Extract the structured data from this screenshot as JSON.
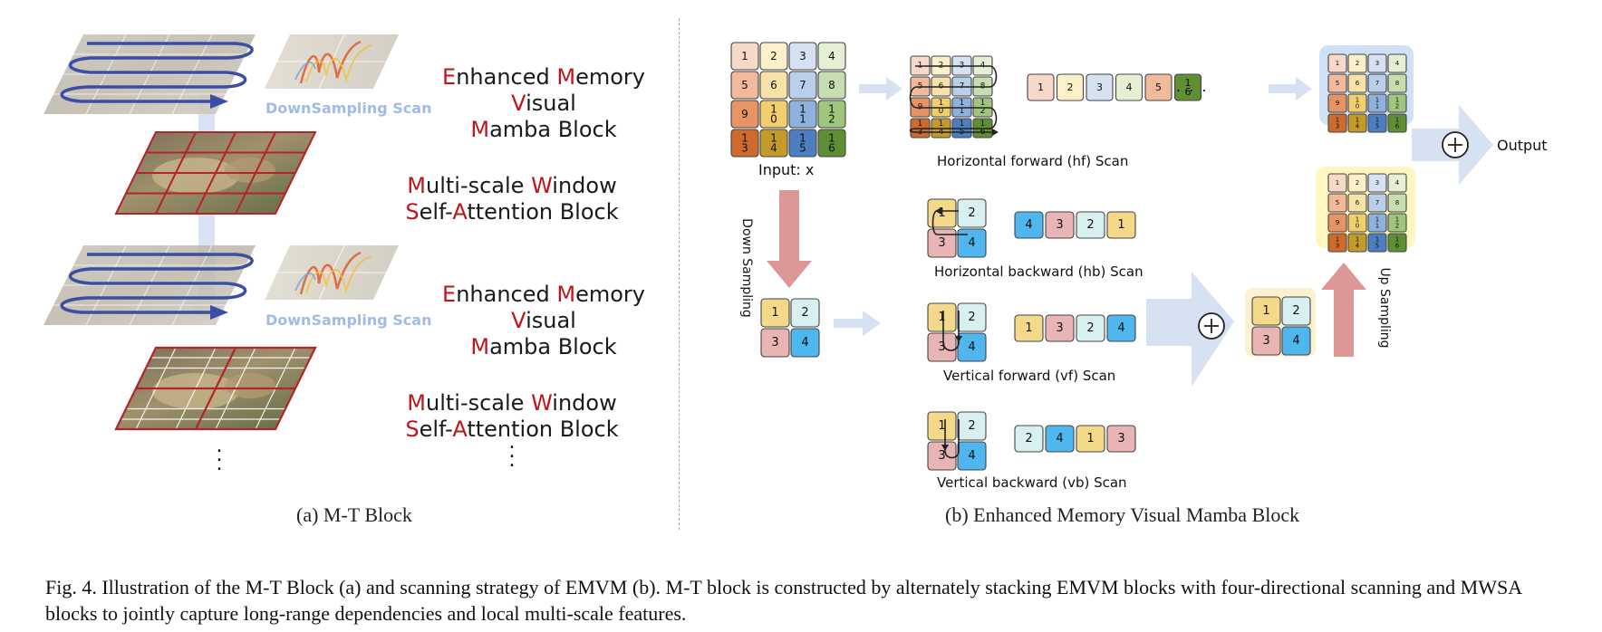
{
  "panel_a": {
    "block1": {
      "ds_scan": "DownSampling Scan",
      "emvm": [
        [
          {
            "t": "E",
            "r": true
          },
          {
            "t": "nhanced ",
            "r": false
          },
          {
            "t": "M",
            "r": true
          },
          {
            "t": "emory",
            "r": false
          }
        ],
        [
          {
            "t": "V",
            "r": true
          },
          {
            "t": "isual",
            "r": false
          }
        ],
        [
          {
            "t": "M",
            "r": true
          },
          {
            "t": "amba Block",
            "r": false
          }
        ]
      ],
      "mwsa": [
        [
          {
            "t": "M",
            "r": true
          },
          {
            "t": "ulti-scale ",
            "r": false
          },
          {
            "t": "W",
            "r": true
          },
          {
            "t": "indow",
            "r": false
          }
        ],
        [
          {
            "t": "S",
            "r": true
          },
          {
            "t": "elf-",
            "r": false
          },
          {
            "t": "A",
            "r": true
          },
          {
            "t": "ttention Block",
            "r": false
          }
        ]
      ]
    },
    "block2": {
      "ds_scan": "DownSampling Scan",
      "emvm": [
        [
          {
            "t": "E",
            "r": true
          },
          {
            "t": "nhanced ",
            "r": false
          },
          {
            "t": "M",
            "r": true
          },
          {
            "t": "emory",
            "r": false
          }
        ],
        [
          {
            "t": "V",
            "r": true
          },
          {
            "t": "isual",
            "r": false
          }
        ],
        [
          {
            "t": "M",
            "r": true
          },
          {
            "t": "amba Block",
            "r": false
          }
        ]
      ],
      "mwsa": [
        [
          {
            "t": "M",
            "r": true
          },
          {
            "t": "ulti-scale ",
            "r": false
          },
          {
            "t": "W",
            "r": true
          },
          {
            "t": "indow",
            "r": false
          }
        ],
        [
          {
            "t": "S",
            "r": true
          },
          {
            "t": "elf-",
            "r": false
          },
          {
            "t": "A",
            "r": true
          },
          {
            "t": "ttention Block",
            "r": false
          }
        ]
      ]
    },
    "ellipsis": ".\n.\n.",
    "caption": "(a) M-T Block"
  },
  "panel_b": {
    "input_label": "Input: x",
    "down_sampling": "Down Sampling",
    "up_sampling": "Up Sampling",
    "output_label": "Output",
    "plus": "+",
    "ellipsis": ". . .",
    "input_grid": [
      "1",
      "2",
      "3",
      "4",
      "5",
      "6",
      "7",
      "8",
      "9",
      "1\n0",
      "1\n1",
      "1\n2",
      "1\n3",
      "1\n4",
      "1\n5",
      "1\n6"
    ],
    "hf_sequence": [
      "1",
      "2",
      "3",
      "4",
      "5",
      "1\n6"
    ],
    "scans": {
      "hf": {
        "label": "Horizontal forward (hf) Scan"
      },
      "hb": {
        "label": "Horizontal backward (hb) Scan",
        "sequence": [
          "4",
          "3",
          "2",
          "1"
        ]
      },
      "vf": {
        "label": "Vertical forward (vf) Scan",
        "sequence": [
          "1",
          "3",
          "2",
          "4"
        ]
      },
      "vb": {
        "label": "Vertical backward (vb) Scan",
        "sequence": [
          "2",
          "4",
          "1",
          "3"
        ]
      }
    },
    "small_grid": [
      "1",
      "2",
      "3",
      "4"
    ],
    "caption": "(b) Enhanced Memory Visual Mamba Block"
  },
  "colors": {
    "c1": "#f7d9c9",
    "c2": "#fbf0c8",
    "c3": "#d6e2f1",
    "c4": "#e4efd4",
    "c5": "#f2b99a",
    "c6": "#f9e2a8",
    "c7": "#b9cfea",
    "c8": "#c6deb0",
    "c9": "#e89363",
    "c10": "#f2cf6e",
    "c11": "#8fb2dd",
    "c12": "#9fc67c",
    "c13": "#cf6a2e",
    "c14": "#c49a2a",
    "c15": "#4d7ebf",
    "c16": "#5f8f35",
    "s1": "#f4d98a",
    "s2": "#d8f0ef",
    "s3": "#e8b4b4",
    "s4": "#4fb6ee",
    "arrow_blue": "#d6e1f2",
    "arrow_red": "#dd9797",
    "scan_line": "#3b4ea6"
  },
  "caption": "Fig. 4.  Illustration of the M-T Block (a) and scanning strategy of EMVM (b). M-T block is constructed by alternately stacking EMVM blocks with four-directional scanning and MWSA blocks to jointly capture long-range dependencies and local multi-scale features."
}
